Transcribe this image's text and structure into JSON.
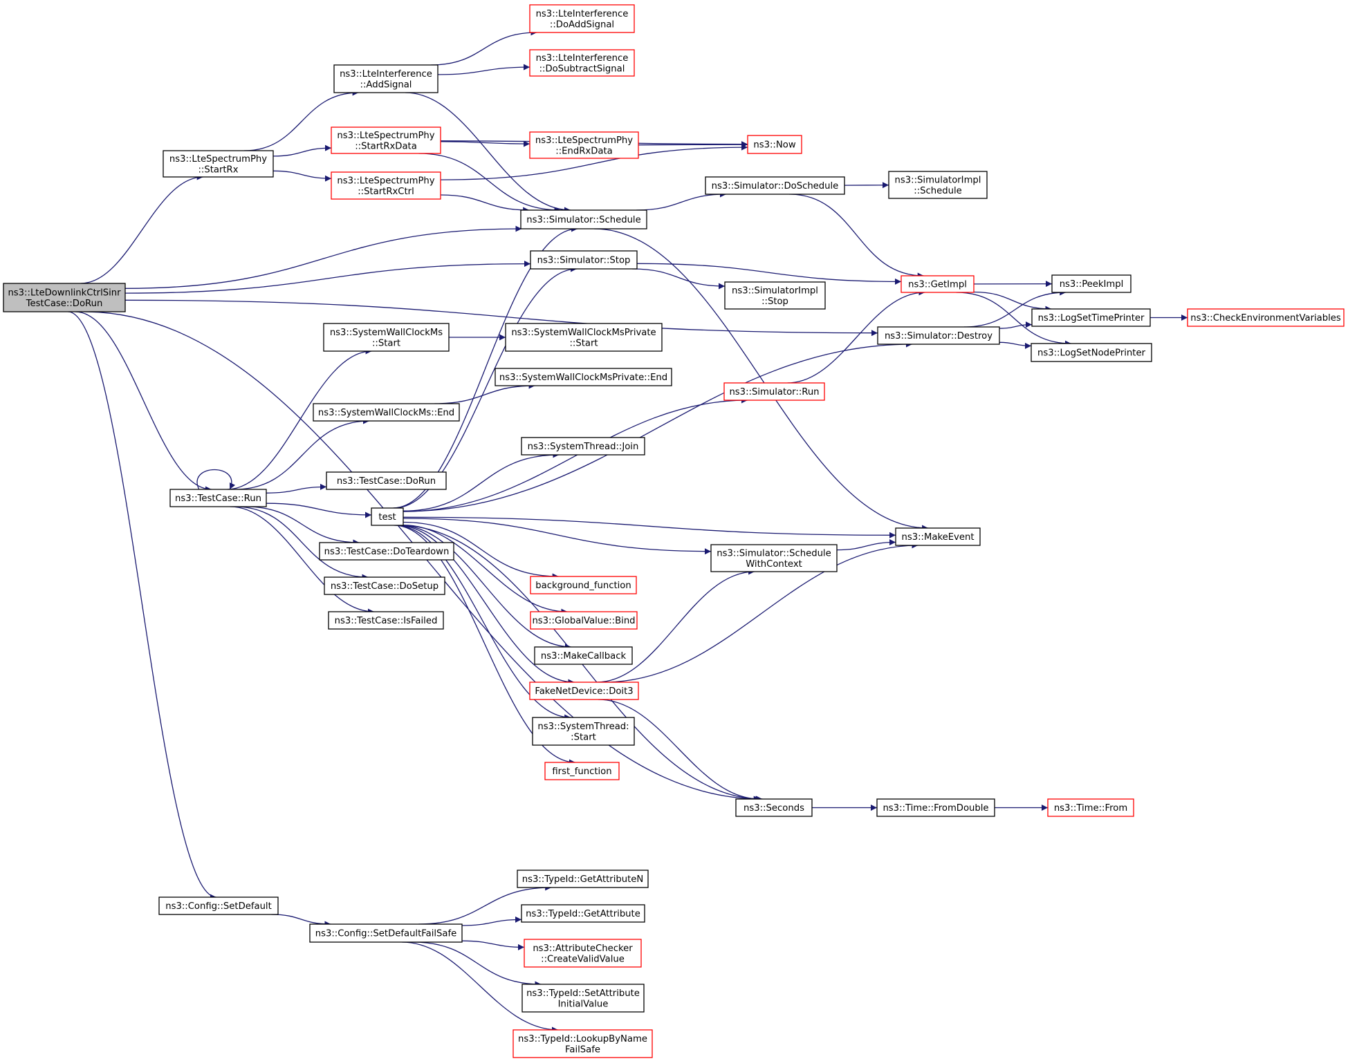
{
  "colors": {
    "edge": "#191970",
    "border_normal": "#000000",
    "border_truncated": "#ff0000",
    "root_fill": "#bfbfbf",
    "node_fill": "#ffffff"
  },
  "nodes": [
    {
      "id": "root",
      "lines": [
        "ns3::LteDownlinkCtrlSinr",
        "TestCase::DoRun"
      ],
      "style": "root"
    },
    {
      "id": "startrx",
      "lines": [
        "ns3::LteSpectrumPhy",
        "::StartRx"
      ],
      "style": "normal"
    },
    {
      "id": "addsignal",
      "lines": [
        "ns3::LteInterference",
        "::AddSignal"
      ],
      "style": "normal"
    },
    {
      "id": "doaddsignal",
      "lines": [
        "ns3::LteInterference",
        "::DoAddSignal"
      ],
      "style": "truncated"
    },
    {
      "id": "dosubtract",
      "lines": [
        "ns3::LteInterference",
        "::DoSubtractSignal"
      ],
      "style": "truncated"
    },
    {
      "id": "startrxdata",
      "lines": [
        "ns3::LteSpectrumPhy",
        "::StartRxData"
      ],
      "style": "truncated"
    },
    {
      "id": "endrxdata",
      "lines": [
        "ns3::LteSpectrumPhy",
        "::EndRxData"
      ],
      "style": "truncated"
    },
    {
      "id": "now",
      "lines": [
        "ns3::Now"
      ],
      "style": "truncated"
    },
    {
      "id": "startrxctrl",
      "lines": [
        "ns3::LteSpectrumPhy",
        "::StartRxCtrl"
      ],
      "style": "truncated"
    },
    {
      "id": "doschedule",
      "lines": [
        "ns3::Simulator::DoSchedule"
      ],
      "style": "normal"
    },
    {
      "id": "implschedule",
      "lines": [
        "ns3::SimulatorImpl",
        "::Schedule"
      ],
      "style": "normal"
    },
    {
      "id": "schedule",
      "lines": [
        "ns3::Simulator::Schedule"
      ],
      "style": "normal"
    },
    {
      "id": "stop",
      "lines": [
        "ns3::Simulator::Stop"
      ],
      "style": "normal"
    },
    {
      "id": "getimpl",
      "lines": [
        "ns3::GetImpl"
      ],
      "style": "truncated"
    },
    {
      "id": "peekimpl",
      "lines": [
        "ns3::PeekImpl"
      ],
      "style": "normal"
    },
    {
      "id": "implstop",
      "lines": [
        "ns3::SimulatorImpl",
        "::Stop"
      ],
      "style": "normal"
    },
    {
      "id": "logtime",
      "lines": [
        "ns3::LogSetTimePrinter"
      ],
      "style": "normal"
    },
    {
      "id": "checkenv",
      "lines": [
        "ns3::CheckEnvironmentVariables"
      ],
      "style": "truncated"
    },
    {
      "id": "destroy",
      "lines": [
        "ns3::Simulator::Destroy"
      ],
      "style": "normal"
    },
    {
      "id": "lognode",
      "lines": [
        "ns3::LogSetNodePrinter"
      ],
      "style": "normal"
    },
    {
      "id": "swcstart",
      "lines": [
        "ns3::SystemWallClockMs",
        "::Start"
      ],
      "style": "normal"
    },
    {
      "id": "swcpstart",
      "lines": [
        "ns3::SystemWallClockMsPrivate",
        "::Start"
      ],
      "style": "normal"
    },
    {
      "id": "swcpend",
      "lines": [
        "ns3::SystemWallClockMsPrivate::End"
      ],
      "style": "normal"
    },
    {
      "id": "swcend",
      "lines": [
        "ns3::SystemWallClockMs::End"
      ],
      "style": "normal"
    },
    {
      "id": "simrun",
      "lines": [
        "ns3::Simulator::Run"
      ],
      "style": "truncated"
    },
    {
      "id": "join",
      "lines": [
        "ns3::SystemThread::Join"
      ],
      "style": "normal"
    },
    {
      "id": "tcdorun",
      "lines": [
        "ns3::TestCase::DoRun"
      ],
      "style": "normal"
    },
    {
      "id": "tcrun",
      "lines": [
        "ns3::TestCase::Run"
      ],
      "style": "normal"
    },
    {
      "id": "test",
      "lines": [
        "test"
      ],
      "style": "normal"
    },
    {
      "id": "makeevent",
      "lines": [
        "ns3::MakeEvent"
      ],
      "style": "normal"
    },
    {
      "id": "schedctx",
      "lines": [
        "ns3::Simulator::Schedule",
        "WithContext"
      ],
      "style": "normal"
    },
    {
      "id": "teardown",
      "lines": [
        "ns3::TestCase::DoTeardown"
      ],
      "style": "normal"
    },
    {
      "id": "bgfunc",
      "lines": [
        "background_function"
      ],
      "style": "truncated"
    },
    {
      "id": "setup",
      "lines": [
        "ns3::TestCase::DoSetup"
      ],
      "style": "normal"
    },
    {
      "id": "isfailed",
      "lines": [
        "ns3::TestCase::IsFailed"
      ],
      "style": "normal"
    },
    {
      "id": "bind",
      "lines": [
        "ns3::GlobalValue::Bind"
      ],
      "style": "truncated"
    },
    {
      "id": "makecb",
      "lines": [
        "ns3::MakeCallback"
      ],
      "style": "normal"
    },
    {
      "id": "doit3",
      "lines": [
        "FakeNetDevice::Doit3"
      ],
      "style": "truncated"
    },
    {
      "id": "thstart",
      "lines": [
        "ns3::SystemThread:",
        ":Start"
      ],
      "style": "normal"
    },
    {
      "id": "firstfunc",
      "lines": [
        "first_function"
      ],
      "style": "truncated"
    },
    {
      "id": "seconds",
      "lines": [
        "ns3::Seconds"
      ],
      "style": "normal"
    },
    {
      "id": "fromdouble",
      "lines": [
        "ns3::Time::FromDouble"
      ],
      "style": "normal"
    },
    {
      "id": "from",
      "lines": [
        "ns3::Time::From"
      ],
      "style": "truncated"
    },
    {
      "id": "setdefault",
      "lines": [
        "ns3::Config::SetDefault"
      ],
      "style": "normal"
    },
    {
      "id": "setdefaultfs",
      "lines": [
        "ns3::Config::SetDefaultFailSafe"
      ],
      "style": "normal"
    },
    {
      "id": "getattrn",
      "lines": [
        "ns3::TypeId::GetAttributeN"
      ],
      "style": "normal"
    },
    {
      "id": "getattr",
      "lines": [
        "ns3::TypeId::GetAttribute"
      ],
      "style": "normal"
    },
    {
      "id": "checker",
      "lines": [
        "ns3::AttributeChecker",
        "::CreateValidValue"
      ],
      "style": "truncated"
    },
    {
      "id": "setattrinit",
      "lines": [
        "ns3::TypeId::SetAttribute",
        "InitialValue"
      ],
      "style": "normal"
    },
    {
      "id": "lookup",
      "lines": [
        "ns3::TypeId::LookupByName",
        "FailSafe"
      ],
      "style": "truncated"
    }
  ],
  "edges": [
    [
      "root",
      "startrx"
    ],
    [
      "root",
      "schedule"
    ],
    [
      "root",
      "stop"
    ],
    [
      "root",
      "destroy"
    ],
    [
      "root",
      "tcrun"
    ],
    [
      "root",
      "seconds"
    ],
    [
      "root",
      "setdefault"
    ],
    [
      "startrx",
      "addsignal"
    ],
    [
      "startrx",
      "startrxdata"
    ],
    [
      "startrx",
      "startrxctrl"
    ],
    [
      "addsignal",
      "doaddsignal"
    ],
    [
      "addsignal",
      "dosubtract"
    ],
    [
      "addsignal",
      "schedule"
    ],
    [
      "startrxdata",
      "now"
    ],
    [
      "startrxdata",
      "endrxdata"
    ],
    [
      "startrxdata",
      "schedule"
    ],
    [
      "endrxdata",
      "now"
    ],
    [
      "startrxctrl",
      "now"
    ],
    [
      "startrxctrl",
      "schedule"
    ],
    [
      "schedule",
      "doschedule"
    ],
    [
      "schedule",
      "makeevent"
    ],
    [
      "doschedule",
      "implschedule"
    ],
    [
      "doschedule",
      "getimpl"
    ],
    [
      "stop",
      "getimpl"
    ],
    [
      "stop",
      "implstop"
    ],
    [
      "getimpl",
      "peekimpl"
    ],
    [
      "getimpl",
      "logtime"
    ],
    [
      "getimpl",
      "lognode"
    ],
    [
      "logtime",
      "checkenv"
    ],
    [
      "destroy",
      "peekimpl"
    ],
    [
      "destroy",
      "logtime"
    ],
    [
      "destroy",
      "lognode"
    ],
    [
      "swcstart",
      "swcpstart"
    ],
    [
      "swcend",
      "swcpend"
    ],
    [
      "simrun",
      "getimpl"
    ],
    [
      "tcrun",
      "tcrun"
    ],
    [
      "tcrun",
      "swcstart"
    ],
    [
      "tcrun",
      "swcend"
    ],
    [
      "tcrun",
      "tcdorun"
    ],
    [
      "tcrun",
      "test"
    ],
    [
      "tcrun",
      "teardown"
    ],
    [
      "tcrun",
      "setup"
    ],
    [
      "tcrun",
      "isfailed"
    ],
    [
      "test",
      "schedule"
    ],
    [
      "test",
      "stop"
    ],
    [
      "test",
      "simrun"
    ],
    [
      "test",
      "join"
    ],
    [
      "test",
      "destroy"
    ],
    [
      "test",
      "makeevent"
    ],
    [
      "test",
      "schedctx"
    ],
    [
      "test",
      "bgfunc"
    ],
    [
      "test",
      "bind"
    ],
    [
      "test",
      "makecb"
    ],
    [
      "test",
      "doit3"
    ],
    [
      "test",
      "thstart"
    ],
    [
      "test",
      "firstfunc"
    ],
    [
      "test",
      "seconds"
    ],
    [
      "schedctx",
      "makeevent"
    ],
    [
      "doit3",
      "schedctx"
    ],
    [
      "doit3",
      "makeevent"
    ],
    [
      "doit3",
      "seconds"
    ],
    [
      "seconds",
      "fromdouble"
    ],
    [
      "fromdouble",
      "from"
    ],
    [
      "setdefault",
      "setdefaultfs"
    ],
    [
      "setdefaultfs",
      "getattrn"
    ],
    [
      "setdefaultfs",
      "getattr"
    ],
    [
      "setdefaultfs",
      "checker"
    ],
    [
      "setdefaultfs",
      "setattrinit"
    ],
    [
      "setdefaultfs",
      "lookup"
    ]
  ]
}
